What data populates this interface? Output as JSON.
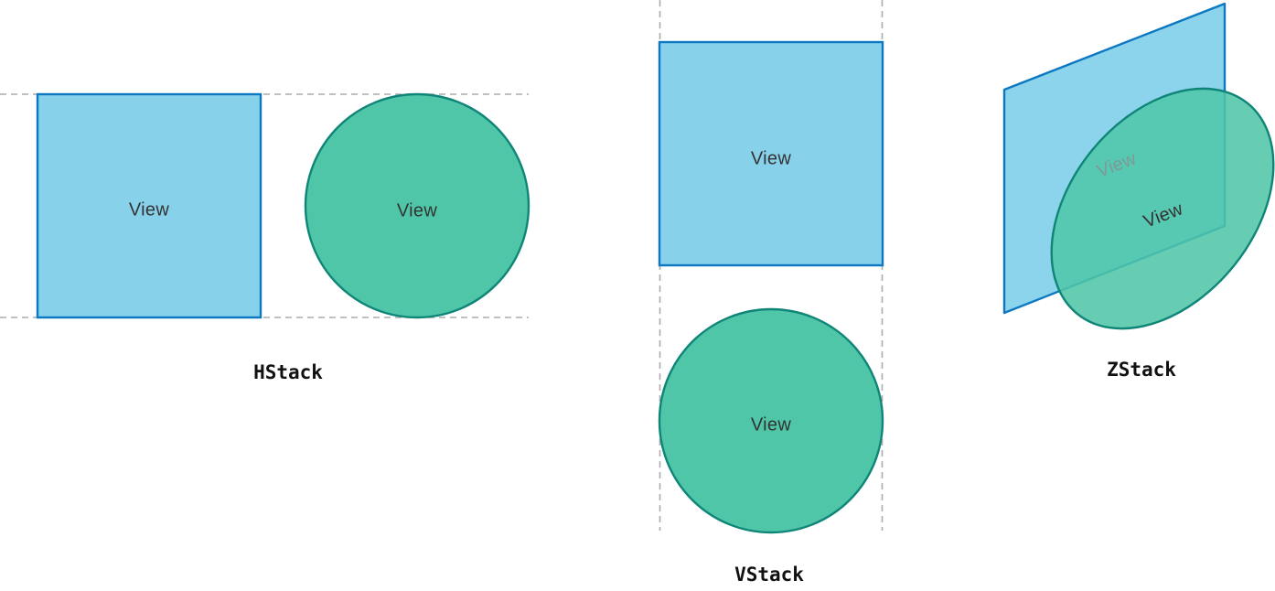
{
  "figure": {
    "description": "Layout stack diagram comparing HStack, VStack and ZStack arrangements of views",
    "stacks": [
      {
        "id": "hstack",
        "label": "HStack",
        "views": [
          {
            "shape": "square",
            "label": "View"
          },
          {
            "shape": "circle",
            "label": "View"
          }
        ]
      },
      {
        "id": "vstack",
        "label": "VStack",
        "views": [
          {
            "shape": "square",
            "label": "View"
          },
          {
            "shape": "circle",
            "label": "View"
          }
        ]
      },
      {
        "id": "zstack",
        "label": "ZStack",
        "views": [
          {
            "shape": "tilted-plane",
            "label": "View"
          },
          {
            "shape": "tilted-ellipse",
            "label": "View"
          }
        ]
      }
    ]
  },
  "colors": {
    "blue_fill": "#87D1EB",
    "blue_stroke": "#0D78C2",
    "green_fill": "#4FC6A8",
    "green_stroke": "#0F8578",
    "guide_dash": "#ACACAC",
    "view_text": "#333333",
    "view_text_faded": "#7C9B96",
    "stack_label": "#111111"
  }
}
